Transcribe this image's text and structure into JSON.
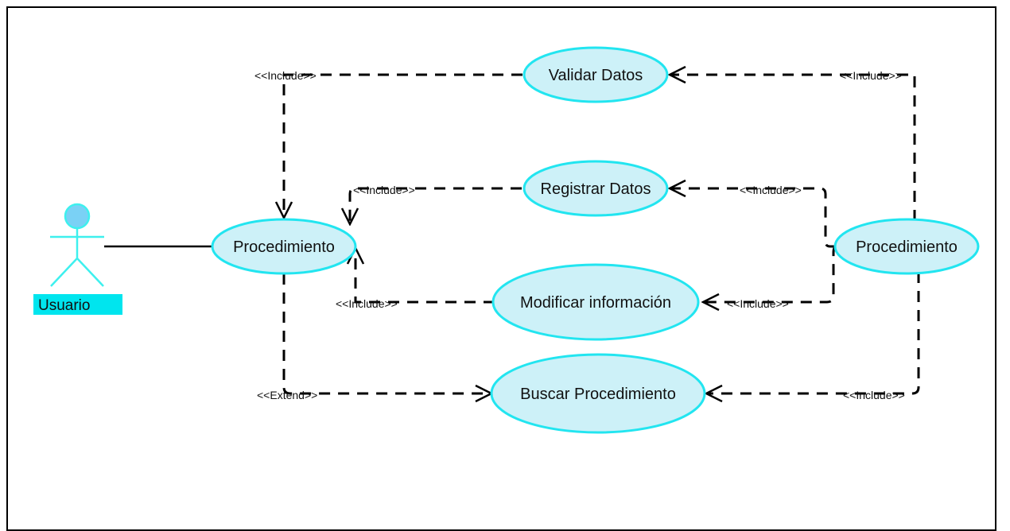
{
  "colors": {
    "use_case_fill": "#cdf1f8",
    "use_case_stroke": "#22e5f0",
    "actor_stroke": "#3ef0ee",
    "actor_head_fill": "#7ad1f5",
    "actor_label_bg": "#00e5ee",
    "line": "#000000"
  },
  "actor": {
    "name": "Usuario"
  },
  "use_cases": {
    "procedimiento_left": "Procedimiento",
    "validar": "Validar Datos",
    "registrar": "Registrar Datos",
    "modificar": "Modificar información",
    "buscar": "Buscar Procedimiento",
    "procedimiento_right": "Procedimiento"
  },
  "relations": {
    "include_validar_left": "<<Include>>",
    "include_validar_right": "<<Include>>",
    "include_registrar_left": "<<Include>>",
    "include_registrar_right": "<<Include>>",
    "include_modificar_left": "<<Include>>",
    "include_modificar_right": "<<Include>>",
    "extend_buscar": "<<Extend>>",
    "include_buscar_right": "<<Include>>"
  }
}
